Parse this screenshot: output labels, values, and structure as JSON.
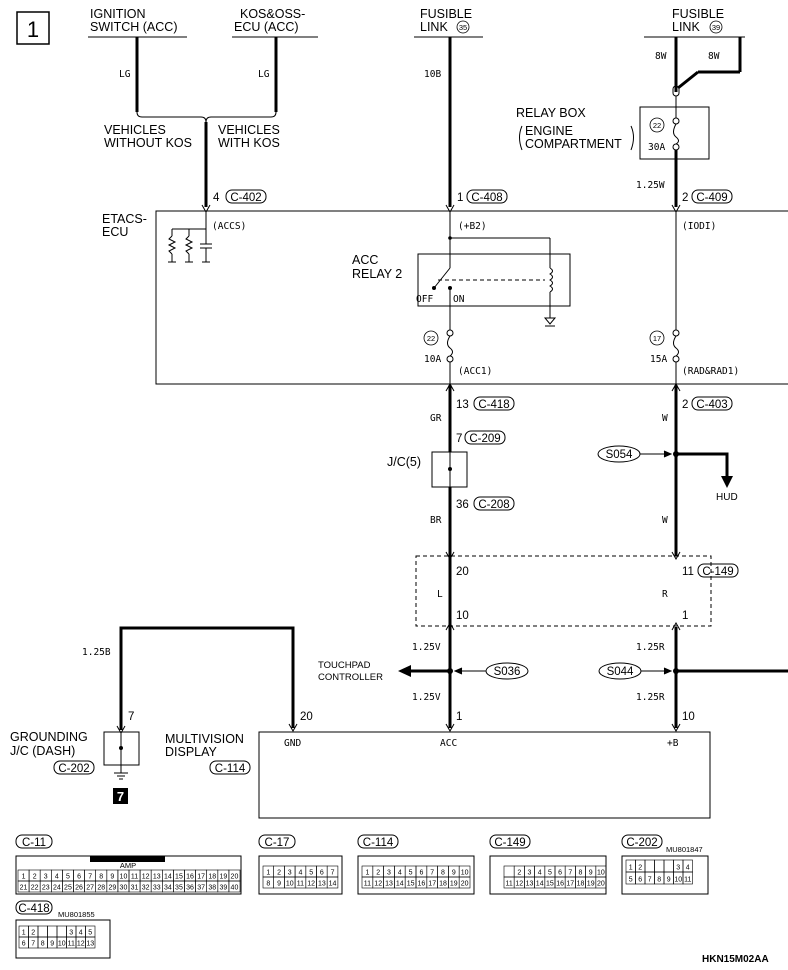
{
  "page": {
    "number": "1",
    "footer_code": "HKN15M02AA",
    "ground_number": "7"
  },
  "sources": {
    "ignition": [
      "IGNITION",
      "SWITCH (ACC)"
    ],
    "kos": [
      "KOS&OSS-",
      "ECU (ACC)"
    ],
    "fusible1": [
      "FUSIBLE",
      "LINK",
      "35"
    ],
    "fusible2": [
      "FUSIBLE",
      "LINK",
      "39"
    ]
  },
  "wires": {
    "lg1": "LG",
    "lg2": "LG",
    "b10": "10B",
    "w8a": "8W",
    "w8b": "8W",
    "w125": "1.25W",
    "gr": "GR",
    "br": "BR",
    "w1": "W",
    "w2": "W",
    "l": "L",
    "r": "R",
    "v125a": "1.25V",
    "v125b": "1.25V",
    "r125a": "1.25R",
    "r125b": "1.25R",
    "b125": "1.25B"
  },
  "vehicles": {
    "without": [
      "VEHICLES",
      "WITHOUT KOS"
    ],
    "with": [
      "VEHICLES",
      "WITH KOS"
    ]
  },
  "relay_box": {
    "title": "RELAY BOX",
    "sub": [
      "ENGINE",
      "COMPARTMENT"
    ],
    "fuse_no": "22",
    "amp": "30A"
  },
  "etacs": {
    "label": [
      "ETACS-",
      "ECU"
    ],
    "accs": "(ACCS)",
    "b2": "(+B2)",
    "iodi": "(IODI)",
    "acc1": "(ACC1)",
    "rad": "(RAD&RAD1)",
    "relay": [
      "ACC",
      "RELAY 2"
    ],
    "off": "OFF",
    "on": "ON",
    "fuse1_no": "22",
    "fuse1_amp": "10A",
    "fuse2_no": "17",
    "fuse2_amp": "15A"
  },
  "connectors": {
    "c402": {
      "pin": "4",
      "name": "C-402"
    },
    "c408": {
      "pin": "1",
      "name": "C-408"
    },
    "c409": {
      "pin": "2",
      "name": "C-409"
    },
    "c418": {
      "pin": "13",
      "name": "C-418"
    },
    "c403": {
      "pin": "2",
      "name": "C-403"
    },
    "c209": {
      "pin": "7",
      "name": "C-209"
    },
    "c208": {
      "pin": "36",
      "name": "C-208"
    },
    "c149": {
      "pin": "11",
      "name": "C-149"
    },
    "pin20": "20",
    "pin10": "10",
    "pin1": "1"
  },
  "jc5": "J/C(5)",
  "splices": {
    "s054": "S054",
    "s036": "S036",
    "s044": "S044"
  },
  "hud": "HUD",
  "touchpad": [
    "TOUCHPAD",
    "CONTROLLER"
  ],
  "grounding": {
    "label": [
      "GROUNDING",
      "J/C (DASH)"
    ],
    "conn": "C-202",
    "pin": "7"
  },
  "multivision": {
    "label": [
      "MULTIVISION",
      "DISPLAY"
    ],
    "conn": "C-114",
    "pins": {
      "gnd_no": "20",
      "acc_no": "1",
      "b_no": "10"
    },
    "terms": {
      "gnd": "GND",
      "acc": "ACC",
      "b": "+B"
    }
  },
  "bottom_connectors": {
    "c11": "C-11",
    "c17": "C-17",
    "c114": "C-114",
    "c149": "C-149",
    "c202": "C-202",
    "c418": "C-418",
    "amp": "AMP",
    "mu1": "MU801847",
    "mu2": "MU801855"
  }
}
